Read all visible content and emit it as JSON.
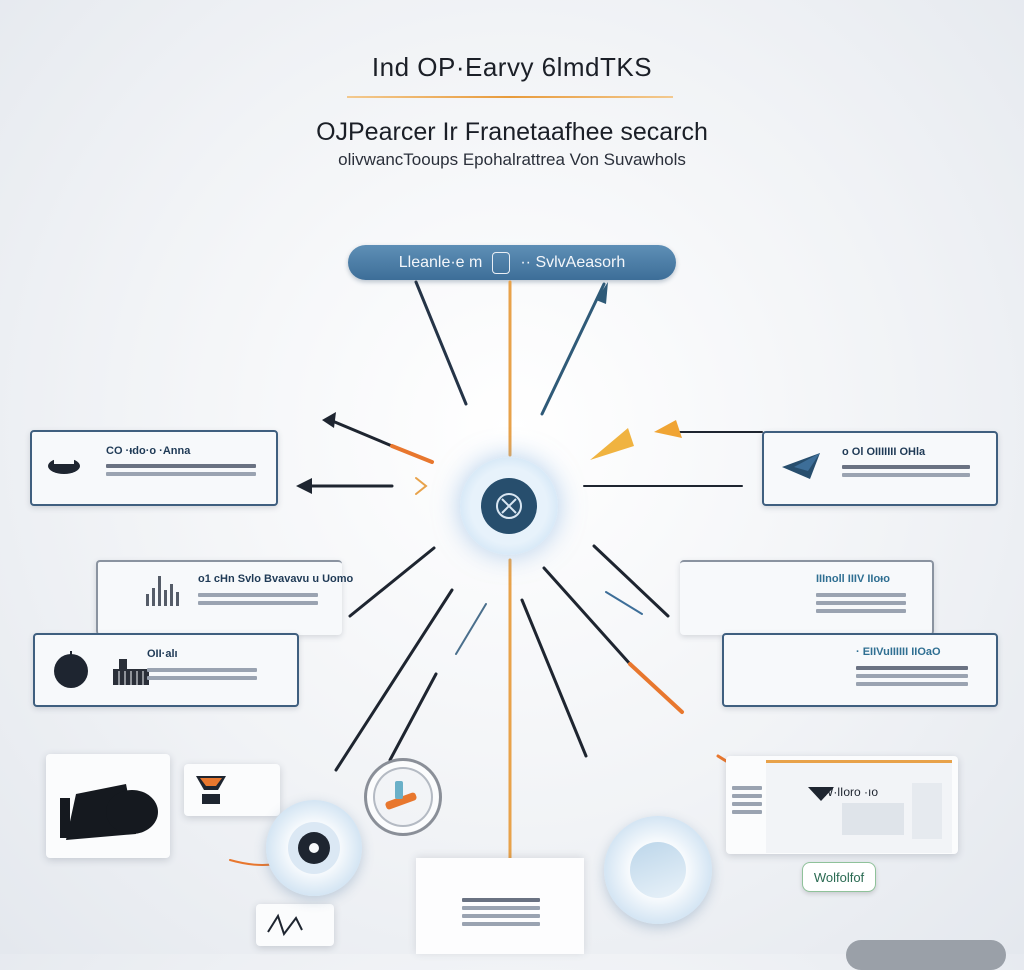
{
  "header": {
    "title": "Ind OP·Earvy 6lmdTKS",
    "subtitle": "OJPearcer Ir Franetaafhee secarch",
    "subline": "olivwancTooups Epohalrattrea Von Suvawhols"
  },
  "hub_label": {
    "left": "Lleanle·e m",
    "right": "·· SvlvAeasorh"
  },
  "cards": {
    "left1": {
      "head": "CO  ·ᵻdo·o  ·Anna"
    },
    "right1": {
      "head": "o  Ol OIIIIIII  OHla"
    },
    "left2": {
      "head": "o1  cHn  Svlo  Bvavavu u Uomo"
    },
    "right2": {
      "head": "IIInoll  IIIV  IIoᵻo"
    },
    "left3": {
      "head": "OII·alı"
    },
    "right3": {
      "head": "·  EIIVuIIIIII  IIOaO"
    }
  },
  "lower_right": {
    "caption": "W·lIoro  ·ıo"
  },
  "badge": {
    "label": "Wolfolfof"
  },
  "colors": {
    "accent_orange": "#e89b3c",
    "accent_blue": "#3d6e98",
    "hub_core": "#274e6d",
    "card_border": "#3f5f7f"
  },
  "icons": [
    "hat-icon",
    "bird-icon",
    "spinning-top-icon",
    "piano-icon",
    "target-icon",
    "bag-icon"
  ]
}
